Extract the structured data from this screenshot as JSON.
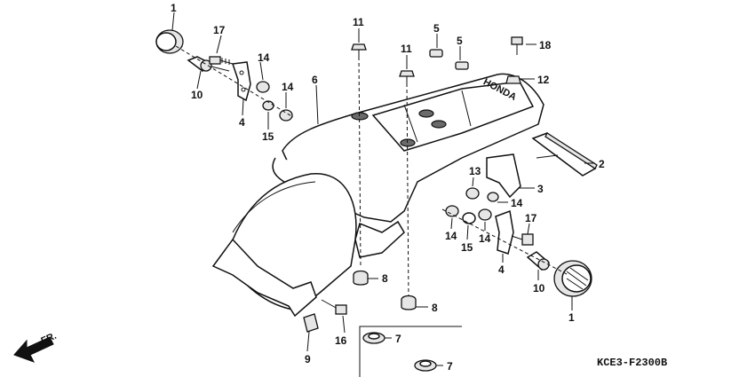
{
  "diagram_code": "KCE3-F2300B",
  "direction_label": "FR.",
  "embossed_text": "HONDA",
  "callouts": [
    "1",
    "17",
    "14",
    "14",
    "10",
    "4",
    "15",
    "6",
    "11",
    "11",
    "5",
    "5",
    "18",
    "12",
    "2",
    "3",
    "13",
    "14",
    "14",
    "15",
    "14",
    "17",
    "4",
    "10",
    "1",
    "8",
    "8",
    "7",
    "7",
    "16",
    "9"
  ]
}
